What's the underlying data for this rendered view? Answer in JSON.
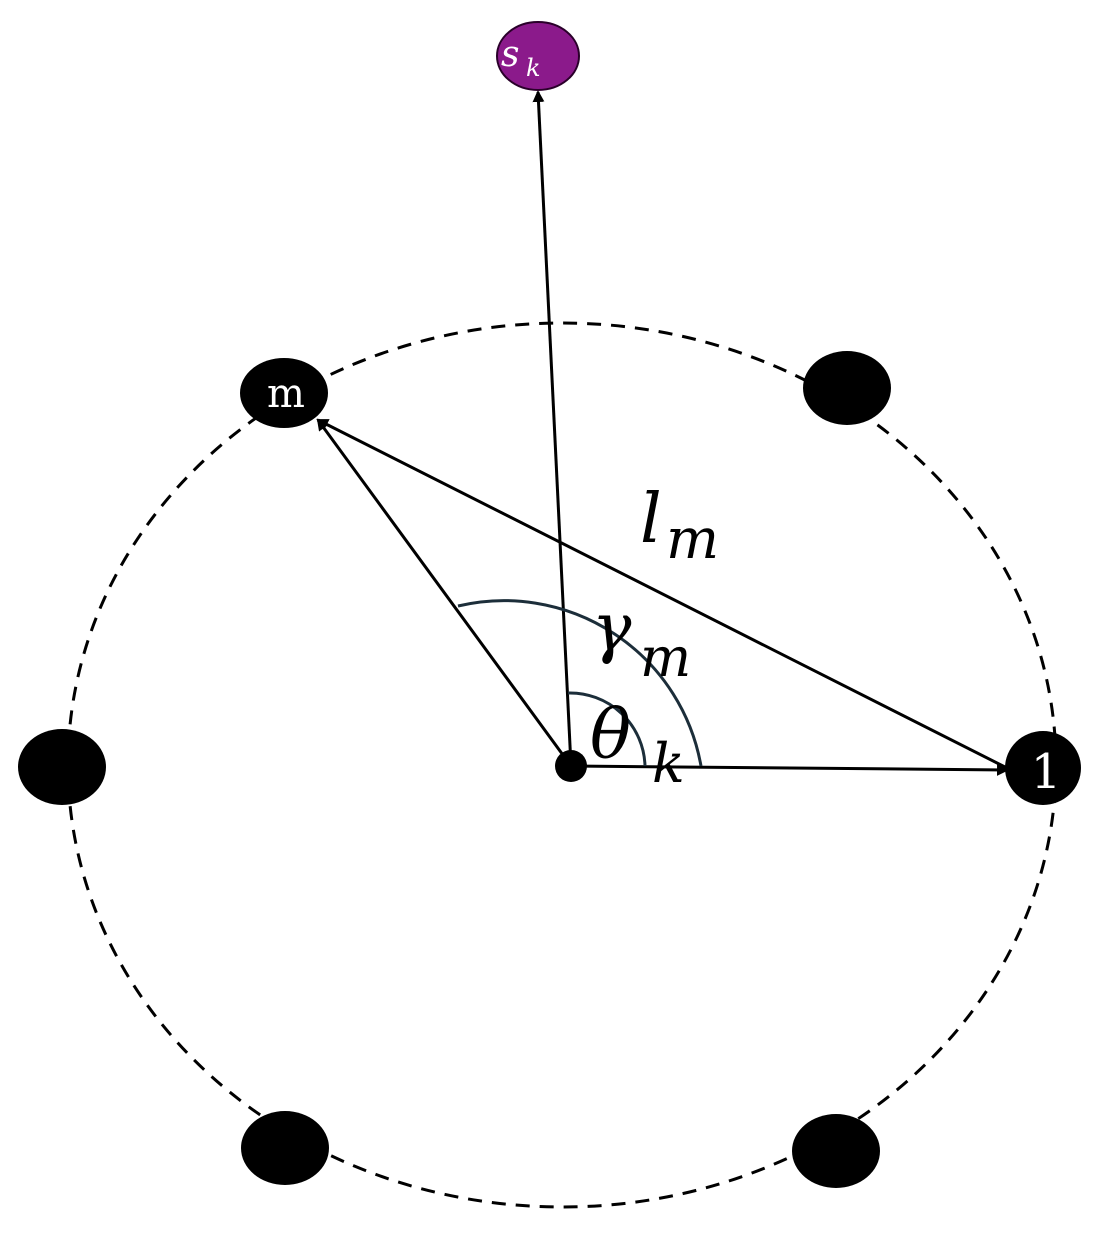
{
  "colors": {
    "background": "#ffffff",
    "node": "#000000",
    "source": "#8b1a8b",
    "source_label": "#ffffff",
    "arc": "#1c2e3a",
    "line": "#000000"
  },
  "source": {
    "symbol": "s",
    "subscript": "k"
  },
  "nodes": {
    "first_label": "1",
    "m_label": "m"
  },
  "labels": {
    "distance": {
      "symbol": "l",
      "subscript": "m"
    },
    "gamma": {
      "symbol": "γ",
      "subscript": "m"
    },
    "theta": {
      "symbol": "θ",
      "subscript": "k"
    }
  }
}
